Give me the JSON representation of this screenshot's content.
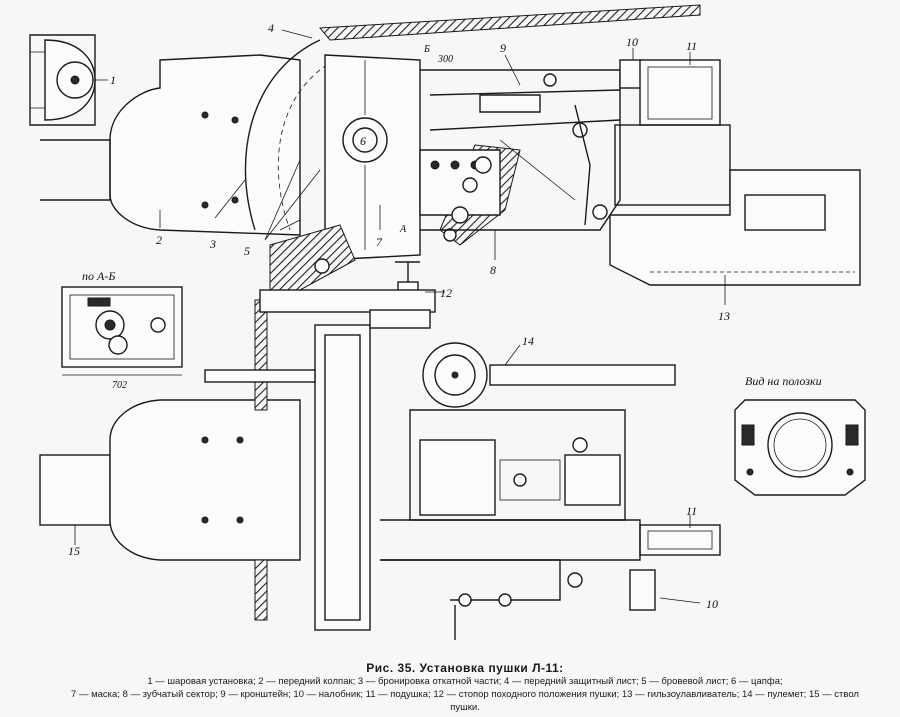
{
  "figure": {
    "caption_title": "Рис. 35. Установка пушки Л-11:",
    "legend_line1": "1 — шаровая установка; 2 — передний колпак; 3 — бронировка откатной части; 4 — передний защитный лист; 5 — бровевой лист; 6 — цапфа;",
    "legend_line2": "7 — маска; 8 — зубчатый сектор; 9 — кронштейн; 10 — налобник; 11 — подушка; 12 — стопор походного положения пушки; 13 — гильзоулавливатель; 14 — пулемет; 15 — ствол пушки."
  },
  "labels": {
    "n1": "1",
    "n2": "2",
    "n3": "3",
    "n4": "4",
    "n5": "5",
    "n6": "6",
    "n7": "7",
    "n8": "8",
    "n9": "9",
    "n10": "10",
    "n11": "11",
    "n12": "12",
    "n13": "13",
    "n14": "14",
    "n15": "15",
    "n10b": "10",
    "n11b": "11",
    "section_mark": "по А-Б",
    "dim_702": "702",
    "dim_300": "300",
    "mark_b": "Б",
    "mark_a": "А",
    "view_slides": "Вид на полозки"
  },
  "colors": {
    "ink": "#1a1a1a",
    "paper": "#f7f7f5"
  }
}
